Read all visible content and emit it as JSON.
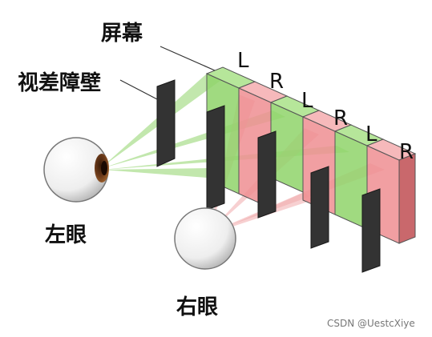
{
  "labels": {
    "screen": "屏幕",
    "parallax_barrier": "视差障壁",
    "left_eye": "左眼",
    "right_eye": "右眼"
  },
  "pixel_labels": [
    "L",
    "R",
    "L",
    "R",
    "L",
    "R"
  ],
  "watermark": "CSDN @UestcXiye",
  "colors": {
    "left_pixel": "#8fd46a",
    "right_pixel": "#ee8e92",
    "left_ray": "#8fd46a",
    "right_ray": "#f0a9ac",
    "barrier": "#333333",
    "eye_iris": "#6b3a1a"
  }
}
